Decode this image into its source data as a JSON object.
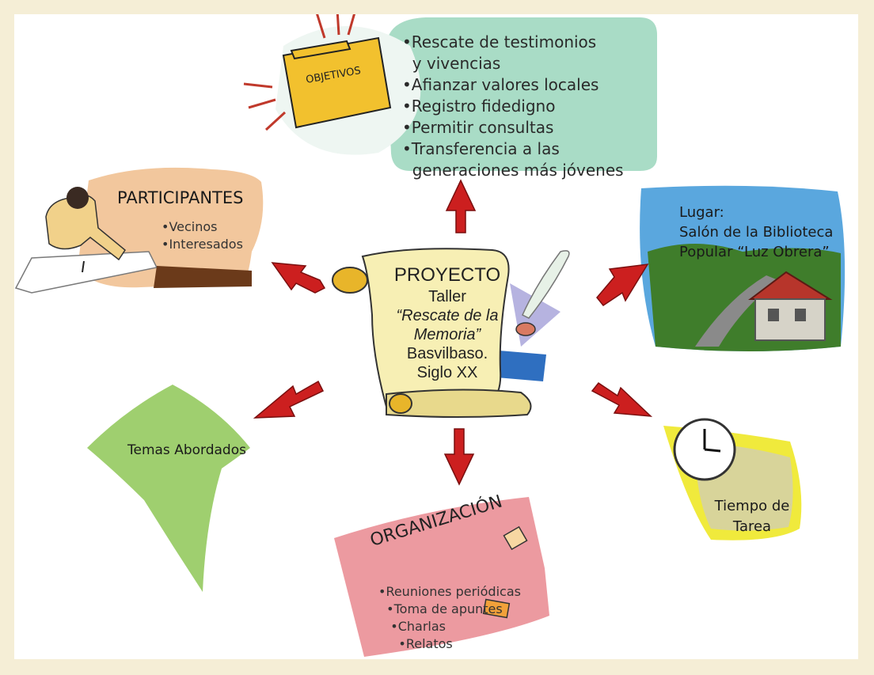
{
  "center": {
    "title": "PROYECTO",
    "line1": "Taller",
    "line2": "“Rescate de la",
    "line3": "Memoria”",
    "line4": "Basvilbaso.",
    "line5": "Siglo XX"
  },
  "objetivos": {
    "folder_label": "OBJETIVOS",
    "items": [
      "•Rescate de testimonios",
      "  y vivencias",
      "•Afianzar valores locales",
      "•Registro fidedigno",
      "•Permitir consultas",
      "•Transferencia a las",
      "  generaciones más jóvenes"
    ]
  },
  "participantes": {
    "title": "PARTICIPANTES",
    "items": [
      "•Vecinos",
      "•Interesados"
    ]
  },
  "lugar": {
    "lines": [
      "Lugar:",
      "Salón de la Biblioteca",
      "Popular “Luz Obrera”"
    ]
  },
  "temas": {
    "label": "Temas Abordados"
  },
  "tiempo": {
    "lines": [
      "Tiempo de",
      "Tarea"
    ]
  },
  "organizacion": {
    "title": "ORGANIZACIÓN",
    "items": [
      "•Reuniones periódicas",
      "  •Toma de apuntes",
      "   •Charlas",
      "     •Relatos"
    ]
  },
  "colors": {
    "arrow": "#cc1f1f",
    "objetivos_bubble": "#a9dcc6",
    "participantes_bg": "#f2c79d",
    "lugar_sky": "#5aa7de",
    "temas": "#9fcf6f",
    "tiempo": "#f0ea3c",
    "organizacion": "#ec9aa0",
    "scroll": "#f7efb4"
  }
}
